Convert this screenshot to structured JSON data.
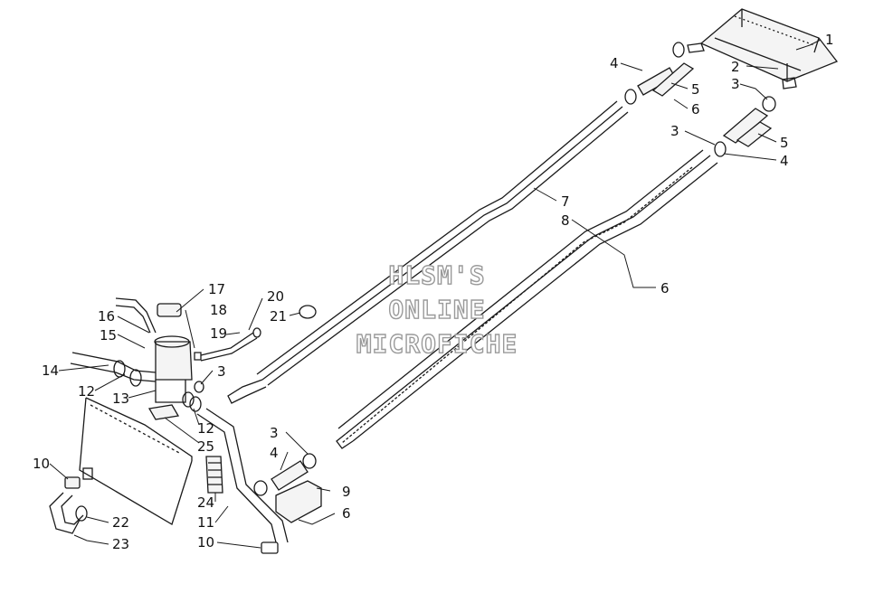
{
  "watermark": {
    "line1": "HLSM'S",
    "line2": "ONLINE",
    "line3": "MICROFICHE",
    "color": "#9a9a9a"
  },
  "callouts": {
    "c1": "1",
    "c2": "2",
    "c3a": "3",
    "c4a": "4",
    "c5a": "5",
    "c6a": "6",
    "c3b": "3",
    "c5b": "5",
    "c4b": "4",
    "c7": "7",
    "c8": "8",
    "c6b": "6",
    "c17": "17",
    "c20": "20",
    "c16": "16",
    "c18": "18",
    "c21": "21",
    "c15": "15",
    "c19": "19",
    "c14": "14",
    "c3c": "3",
    "c12a": "12",
    "c13": "13",
    "c12b": "12",
    "c25": "25",
    "c3d": "3",
    "c4c": "4",
    "c9": "9",
    "c10a": "10",
    "c24": "24",
    "c6c": "6",
    "c22": "22",
    "c11": "11",
    "c23": "23",
    "c10b": "10"
  }
}
